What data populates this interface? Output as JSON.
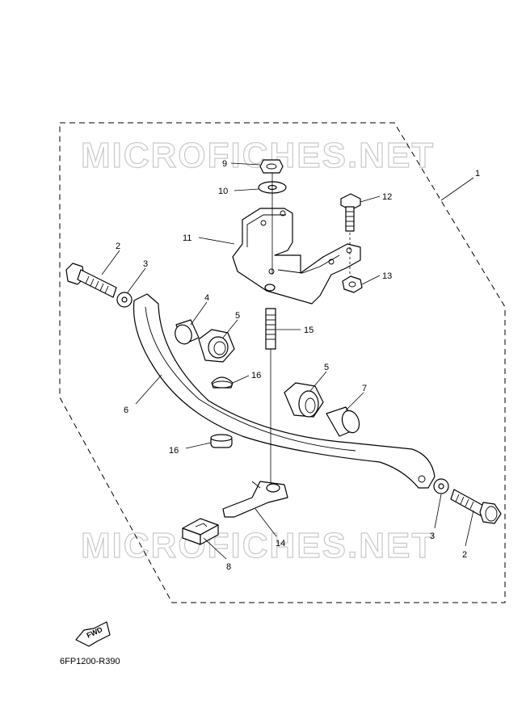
{
  "watermarks": [
    "MICROFICHES.NET",
    "MICROFICHES.NET"
  ],
  "fwd_label": "FWD",
  "diagram_code": "6FP1200-R390",
  "callouts": {
    "c1": "1",
    "c2a": "2",
    "c3a": "3",
    "c4": "4",
    "c5a": "5",
    "c5b": "5",
    "c6": "6",
    "c7": "7",
    "c8": "8",
    "c9": "9",
    "c10": "10",
    "c11": "11",
    "c12": "12",
    "c13": "13",
    "c14": "14",
    "c15": "15",
    "c16a": "16",
    "c16b": "16",
    "c3b": "3",
    "c2b": "2"
  }
}
